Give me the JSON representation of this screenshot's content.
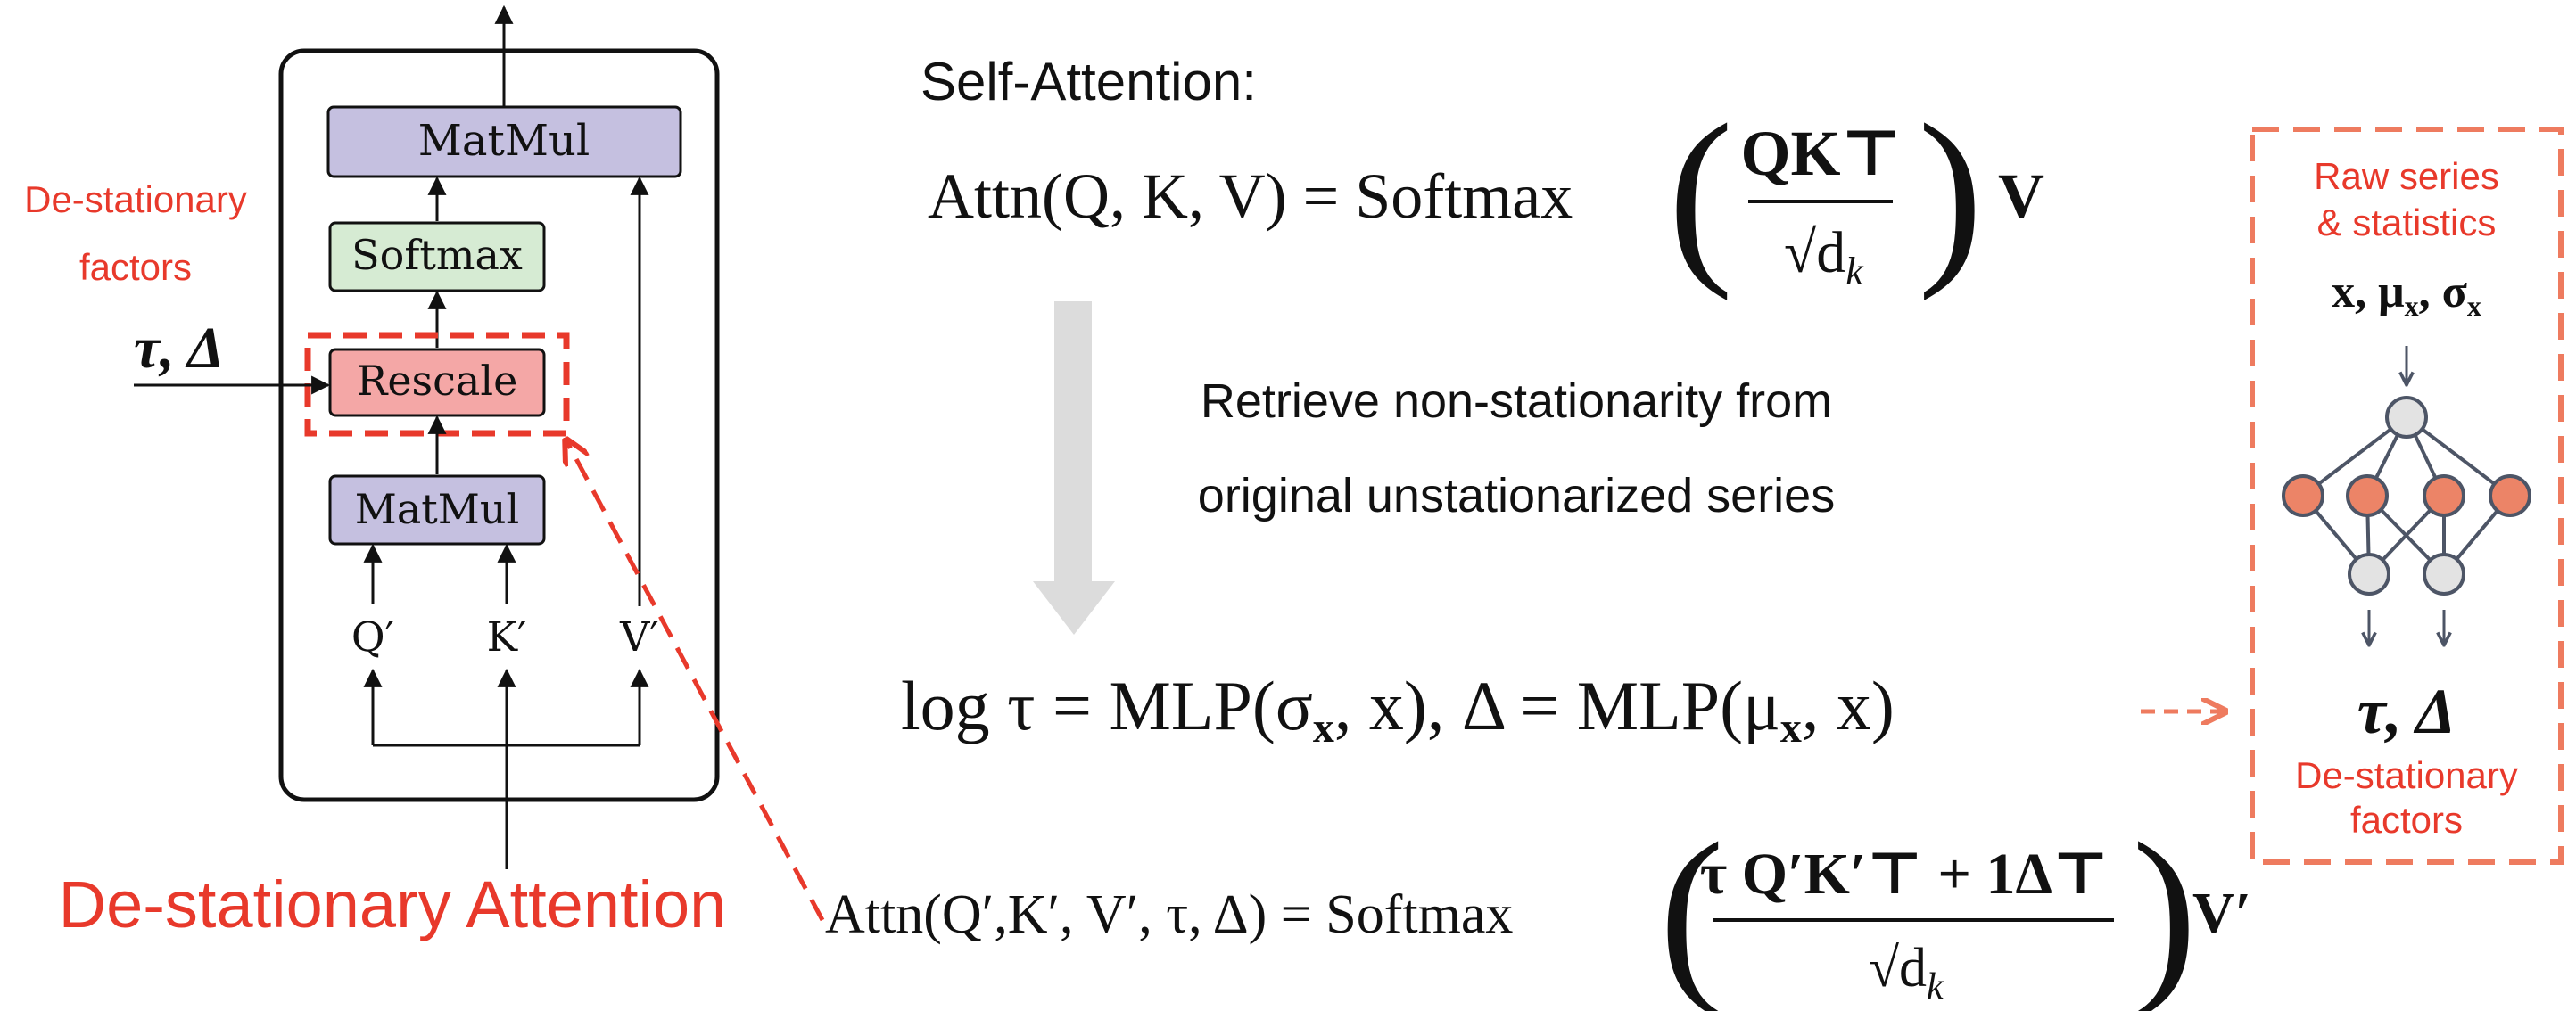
{
  "left_block": {
    "factor_label_line1": "De-stationary",
    "factor_label_line2": "factors",
    "factor_input": "τ, Δ",
    "matmul_top": "MatMul",
    "softmax": "Softmax",
    "rescale": "Rescale",
    "matmul_bottom": "MatMul",
    "q_prime": "Q′",
    "k_prime": "K′",
    "v_prime": "V′",
    "caption": "De-stationary Attention"
  },
  "center": {
    "self_attention_title": "Self-Attention:",
    "attn_formula_lhs": "Attn(Q, K, V) = Softmax",
    "attn_formula_num": "QK⊤",
    "attn_formula_den": "√d",
    "attn_formula_den_sub": "k",
    "attn_formula_tail": "V",
    "retrieve_line1": "Retrieve non-stationarity from",
    "retrieve_line2": "original unstationarized series",
    "mlp_formula": "log τ = MLP(σ",
    "mlp_sub_x1": "x",
    "mlp_mid": ", x), Δ = MLP(μ",
    "mlp_sub_x2": "x",
    "mlp_end": ", x)",
    "dest_formula_lhs": "Attn(Q′,K′, V′, τ, Δ) = Softmax",
    "dest_formula_num": "τ Q′K′⊤ + 1Δ⊤",
    "dest_formula_den": "√d",
    "dest_formula_den_sub": "k",
    "dest_formula_tail": "V′"
  },
  "right_panel": {
    "title_line1": "Raw series",
    "title_line2": "& statistics",
    "inputs": "x, μ",
    "inputs_sub1": "x",
    "inputs_mid": ", σ",
    "inputs_sub2": "x",
    "output": "τ, Δ",
    "output_label_line1": "De-stationary",
    "output_label_line2": "factors"
  },
  "colors": {
    "red": "#e8392b",
    "orange": "#ee7b5f",
    "matmul_fill": "#c5c0e0",
    "softmax_fill": "#d6ebd3",
    "rescale_fill": "#f4a7a6",
    "node_gray": "#e3e3e3",
    "node_orange": "#ec8467",
    "node_stroke": "#4d5566"
  }
}
